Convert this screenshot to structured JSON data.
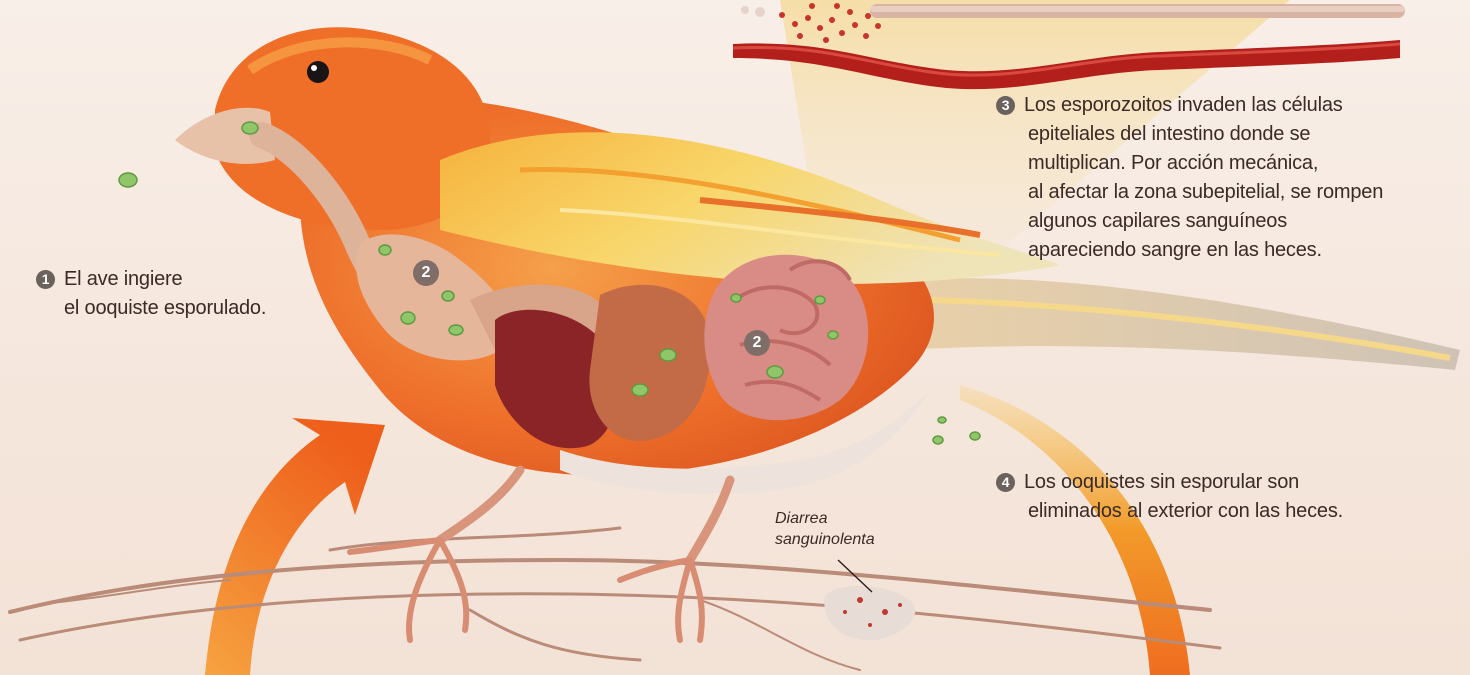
{
  "steps": [
    {
      "number": "1",
      "lines": [
        "El ave ingiere",
        "el ooquiste esporulado."
      ]
    },
    {
      "number": "3",
      "lines": [
        "Los esporozoitos invaden las células",
        "epiteliales del intestino donde se",
        "multiplican. Por acción mecánica,",
        "al afectar la zona subepitelial, se rompen",
        "algunos capilares sanguíneos",
        "apareciendo sangre en las heces."
      ]
    },
    {
      "number": "4",
      "lines": [
        "Los ooquistes sin esporular son",
        "eliminados al exterior con las heces."
      ]
    }
  ],
  "organ_markers": [
    "2",
    "2"
  ],
  "callout": {
    "lines": [
      "Diarrea",
      "sanguinolenta"
    ]
  },
  "colors": {
    "arrow": "#f07a1a",
    "bird_orange": "#f0742a",
    "bird_yellow": "#f6c84a",
    "blood": "#b3201c",
    "oocyst": "#8fc66a"
  }
}
